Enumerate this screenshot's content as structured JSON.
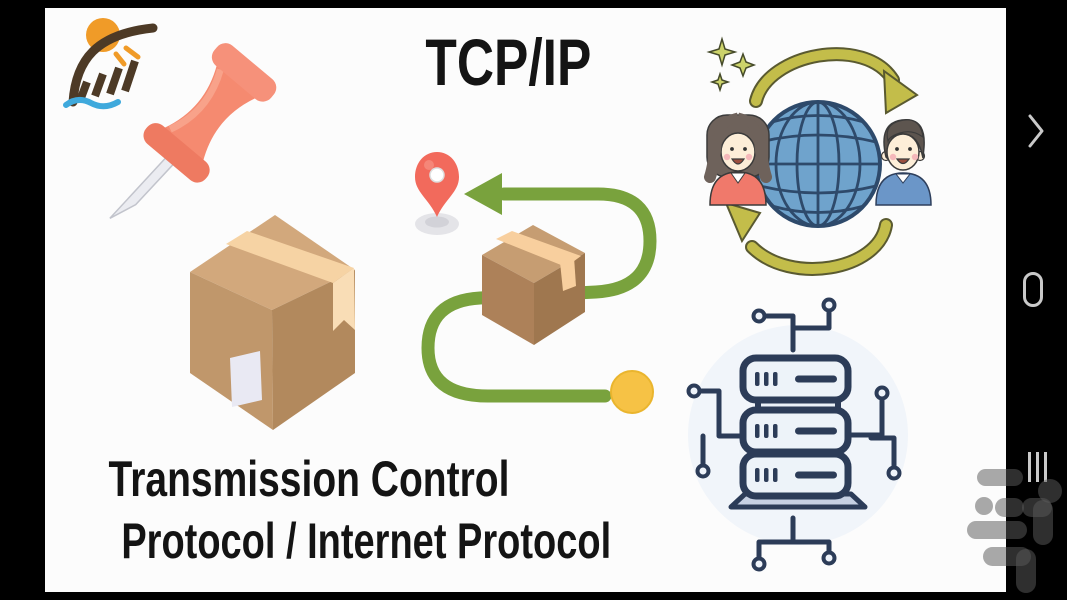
{
  "video": {
    "title": "TCP/IP",
    "caption_line1": "Transmission Control",
    "caption_line2": "Protocol / Internet Protocol"
  },
  "illustrations": [
    "sun-shore-channel-logo",
    "red-pushpin",
    "people-globe-exchange",
    "cardboard-package",
    "package-delivery-route-with-location-pin",
    "network-server-stack"
  ],
  "colors": {
    "pushpin_coral": "#f58a70",
    "route_green": "#79a23d",
    "cycle_arrow_olive": "#c3bd4a",
    "globe_blue": "#6fa3cc",
    "outline_navy": "#2c3c58",
    "box_tan": "#c69d72",
    "location_pin_red": "#f26a5c",
    "start_dot_yellow": "#f6c245",
    "logo_orange": "#f09b28",
    "logo_brown": "#4d3a26",
    "logo_wave_blue": "#3fa9dc",
    "navbar_glyph_gray": "#c9c9c9"
  },
  "navbar": {
    "icons": [
      "forward-chevron-icon",
      "home-button-icon",
      "recent-apps-icon"
    ]
  }
}
